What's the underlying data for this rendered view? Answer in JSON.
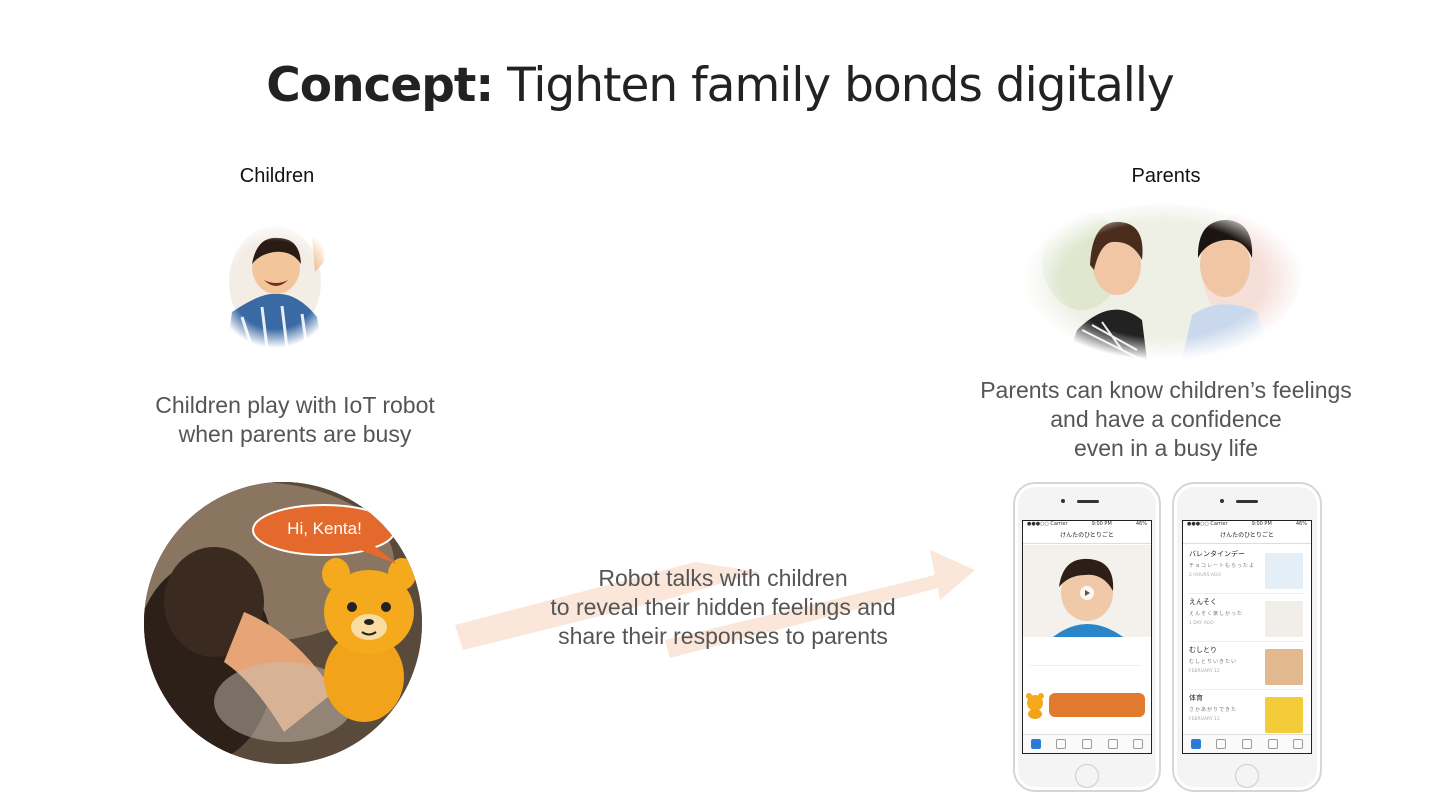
{
  "title": {
    "bold": "Concept:",
    "rest": " Tighten family bonds digitally"
  },
  "children": {
    "label": "Children",
    "caption": [
      "Children play with IoT robot",
      "when parents are busy"
    ],
    "speech": "Hi, Kenta!"
  },
  "parents": {
    "label": "Parents",
    "caption": [
      "Parents can know children’s feelings",
      "and have a confidence",
      "even in a busy life"
    ]
  },
  "middle": {
    "caption": [
      "Robot talks with children",
      "to reveal their hidden feelings and",
      "share their responses to parents"
    ]
  },
  "app": {
    "carrier": "●●●○○ Carrier",
    "time": "9:00 PM",
    "battery": "46%",
    "nav_title": "けんたのひとりごと",
    "feed": [
      {
        "title": "バレンタインデー",
        "sub": "チョコレートもらったよ",
        "date": "2 HOURS AGO"
      },
      {
        "title": "えんそく",
        "sub": "えんそく楽しかった",
        "date": "1 DAY AGO"
      },
      {
        "title": "むしとり",
        "sub": "むしとりいきたい",
        "date": "FEBRUARY 12"
      },
      {
        "title": "体育",
        "sub": "さかあがりできた",
        "date": "FEBRUARY 11"
      }
    ]
  }
}
